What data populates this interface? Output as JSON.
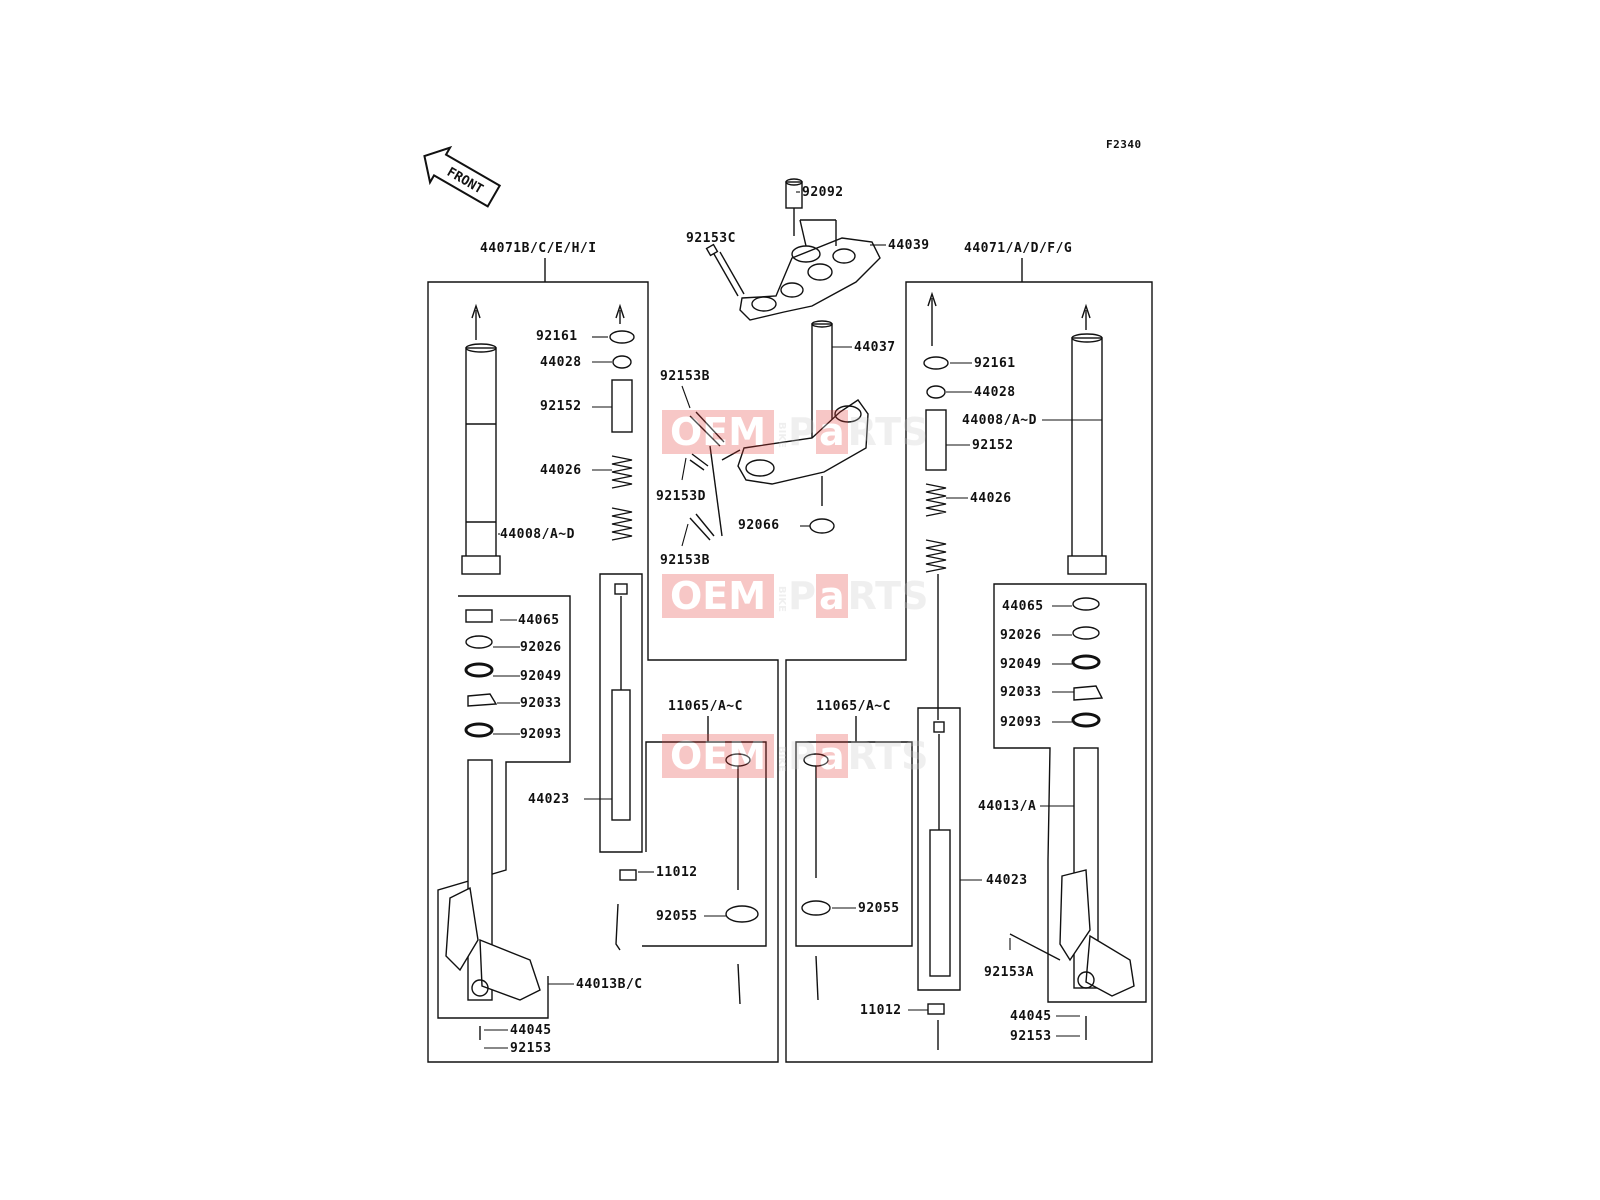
{
  "diagram": {
    "code": "F2340",
    "front_arrow_text": "FRONT",
    "watermark": {
      "oem": "OEM",
      "bike": "BIKE",
      "p": "P",
      "a": "a",
      "rts": "RTS"
    },
    "colors": {
      "line": "#111111",
      "accent": "#e53935",
      "watermark_grey": "#c8c8c8"
    },
    "labels": {
      "l_44071_left": "44071B/C/E/H/I",
      "l_44071_right": "44071/A/D/F/G",
      "l_92092": "92092",
      "l_92153c": "92153C",
      "l_44039": "44039",
      "l_44037": "44037",
      "l_92153b_top": "92153B",
      "l_92153d": "92153D",
      "l_92153b_bottom": "92153B",
      "l_92066": "92066",
      "l_92161_left": "92161",
      "l_44028_left": "44028",
      "l_92152_left": "92152",
      "l_44026_left": "44026",
      "l_44008_left": "44008/A~D",
      "l_44065_left": "44065",
      "l_92026_left": "92026",
      "l_92049_left": "92049",
      "l_92033_left": "92033",
      "l_92093_left": "92093",
      "l_44023_left": "44023",
      "l_11065_left": "11065/A~C",
      "l_11012_left": "11012",
      "l_92055_left": "92055",
      "l_44013bc": "44013B/C",
      "l_44045_left": "44045",
      "l_92153_left": "92153",
      "l_92161_right": "92161",
      "l_44028_right": "44028",
      "l_44008_right": "44008/A~D",
      "l_92152_right": "92152",
      "l_44026_right": "44026",
      "l_44065_right": "44065",
      "l_92026_right": "92026",
      "l_92049_right": "92049",
      "l_92033_right": "92033",
      "l_92093_right": "92093",
      "l_11065_right": "11065/A~C",
      "l_44013a": "44013/A",
      "l_44023_right": "44023",
      "l_92055_right": "92055",
      "l_92153a": "92153A",
      "l_11012_right": "11012",
      "l_44045_right": "44045",
      "l_92153_right": "92153"
    }
  }
}
